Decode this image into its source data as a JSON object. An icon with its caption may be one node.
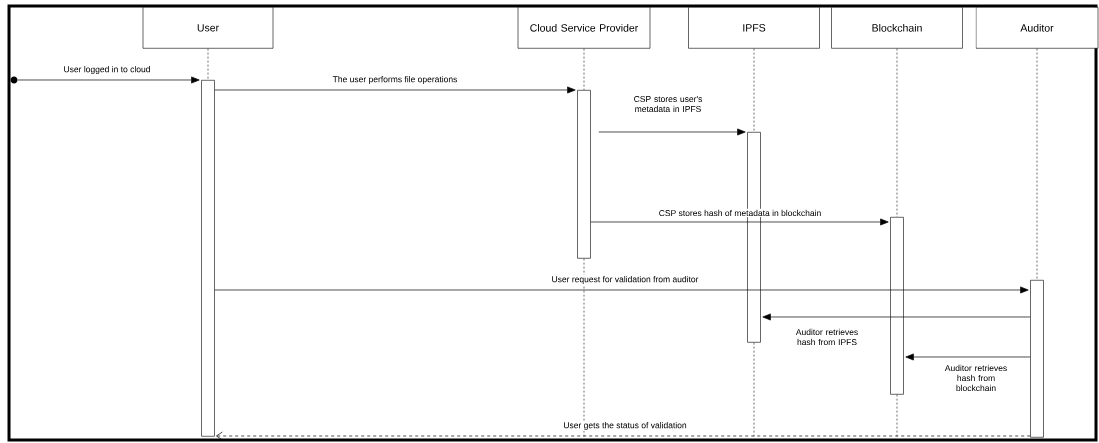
{
  "diagram": {
    "nodes": [
      {
        "text": [
          "User"
        ]
      },
      {
        "text": [
          "Cloud Service Provider"
        ]
      },
      {
        "text": [
          "IPFS"
        ]
      },
      {
        "text": [
          "Blockchain"
        ]
      },
      {
        "text": [
          "Auditor"
        ]
      },
      {
        "text": [],
        "shape": "bar"
      },
      {
        "text": [],
        "shape": "bar"
      },
      {
        "text": [],
        "shape": "bar"
      },
      {
        "text": [],
        "shape": "bar"
      },
      {
        "text": [],
        "shape": "bar"
      },
      {
        "text": [],
        "shape": "circle"
      }
    ],
    "edges": [
      {
        "from": 10,
        "to": 5,
        "arrow": "to",
        "label": "User logged in to cloud"
      },
      {
        "from": 5,
        "to": 6,
        "arrow": "to",
        "label": "The user performs file operations"
      },
      {
        "from": 6,
        "to": 7,
        "arrow": "to",
        "label": "CSP stores user's metadata in IPFS"
      },
      {
        "from": 6,
        "to": 8,
        "arrow": "to",
        "label": "CSP stores hash of metadata in blockchain"
      },
      {
        "from": 5,
        "to": 9,
        "arrow": "to",
        "label": "User request for validation from auditor"
      },
      {
        "from": 9,
        "to": 7,
        "arrow": "to",
        "label": "Auditor retrieves hash from IPFS"
      },
      {
        "from": 9,
        "to": 8,
        "arrow": "to",
        "label": "Auditor retrieves hash from blockchain"
      },
      {
        "from": 9,
        "to": 5,
        "arrow": "to",
        "label": "User gets the status of validation",
        "style": "dashed"
      },
      {
        "from": 0,
        "to": 5,
        "arrow": "none",
        "style": "dashed"
      },
      {
        "from": 1,
        "to": 6,
        "arrow": "none",
        "style": "dashed"
      },
      {
        "from": 6,
        "to": null,
        "arrow": "none",
        "style": "dashed"
      },
      {
        "from": 2,
        "to": 7,
        "arrow": "none",
        "style": "dashed"
      },
      {
        "from": 7,
        "to": null,
        "arrow": "none",
        "style": "dashed"
      },
      {
        "from": 3,
        "to": 8,
        "arrow": "none",
        "style": "dashed"
      },
      {
        "from": 8,
        "to": null,
        "arrow": "none",
        "style": "dashed"
      },
      {
        "from": 4,
        "to": 9,
        "arrow": "none",
        "style": "dashed"
      }
    ]
  }
}
